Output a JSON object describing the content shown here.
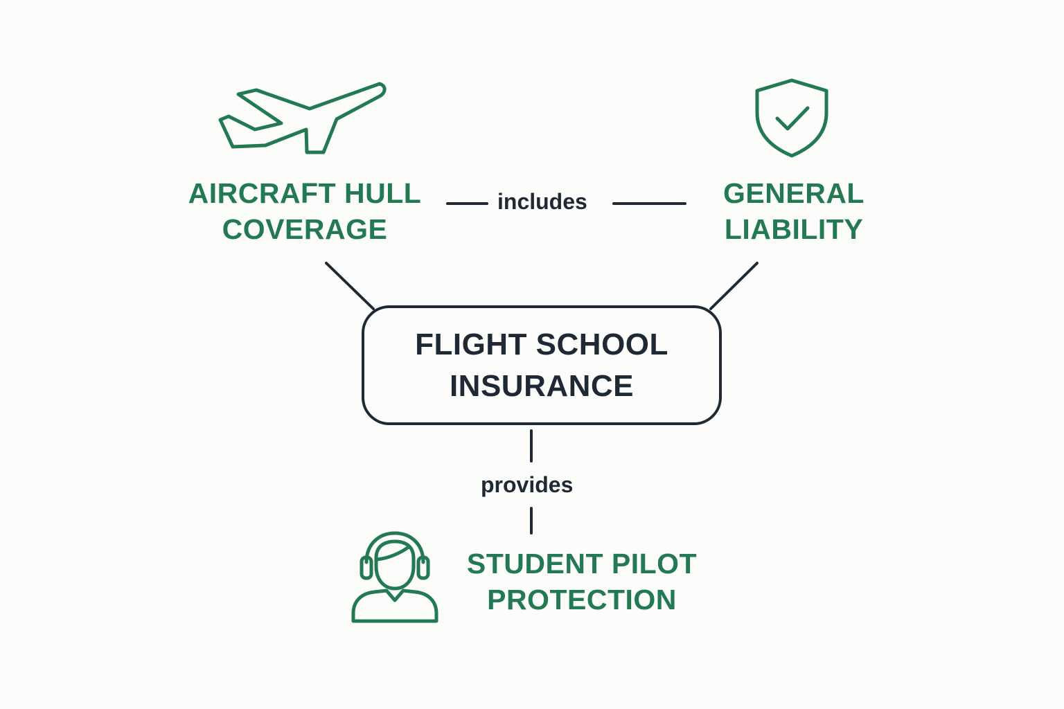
{
  "colors": {
    "accent": "#237a52",
    "ink": "#1f2835",
    "background": "#fcfcfa"
  },
  "center": {
    "line1": "FLIGHT SCHOOL",
    "line2": "INSURANCE"
  },
  "nodes": {
    "hull": {
      "line1": "AIRCRAFT HULL",
      "line2": "COVERAGE",
      "icon": "airplane-icon"
    },
    "liability": {
      "line1": "GENERAL",
      "line2": "LIABILITY",
      "icon": "shield-check-icon"
    },
    "student": {
      "line1": "STUDENT PILOT",
      "line2": "PROTECTION",
      "icon": "pilot-headset-icon"
    }
  },
  "edges": {
    "includes": "includes",
    "provides": "provides"
  }
}
